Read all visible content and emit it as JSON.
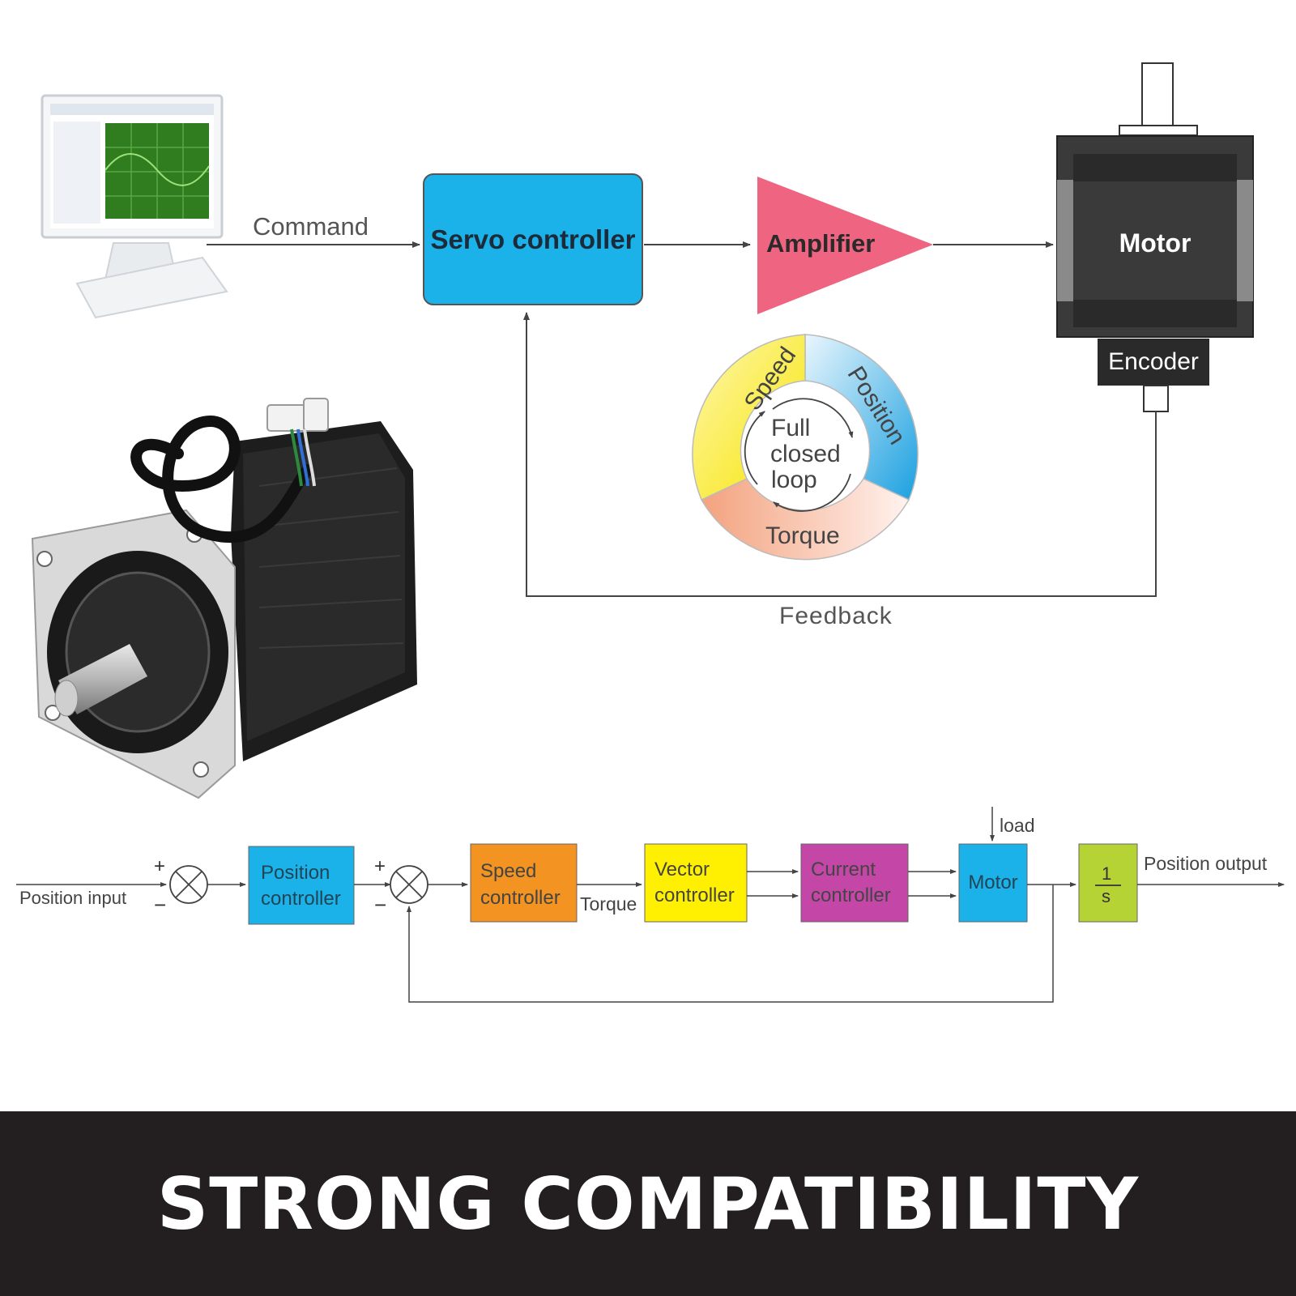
{
  "top_diagram": {
    "command": "Command",
    "servo_controller": "Servo controller",
    "amplifier": "Amplifier",
    "motor": "Motor",
    "encoder": "Encoder",
    "feedback": "Feedback",
    "loop_center": [
      "Full",
      "closed",
      "loop"
    ],
    "loop_segments": [
      "Speed",
      "Position",
      "Torque"
    ]
  },
  "bottom_diagram": {
    "position_input": "Position input",
    "plus": "+",
    "minus": "−",
    "position_controller": [
      "Position",
      "controller"
    ],
    "speed_controller": [
      "Speed",
      "controller"
    ],
    "torque": "Torque",
    "vector_controller": [
      "Vector",
      "controller"
    ],
    "current_controller": [
      "Current",
      "controller"
    ],
    "motor": "Motor",
    "load": "load",
    "integrator_num": "1",
    "integrator_den": "s",
    "position_output": "Position output"
  },
  "banner": {
    "text": "STRONG COMPATIBILITY"
  },
  "colors": {
    "servo_controller": "#1ab2e8",
    "amplifier": "#ef6480",
    "position_controller": "#1ab2e8",
    "speed_controller": "#f39321",
    "vector_controller": "#ffef00",
    "current_controller": "#c447a8",
    "motor_block": "#1ab2e8",
    "integrator": "#b5d334",
    "banner": "#231f20"
  }
}
